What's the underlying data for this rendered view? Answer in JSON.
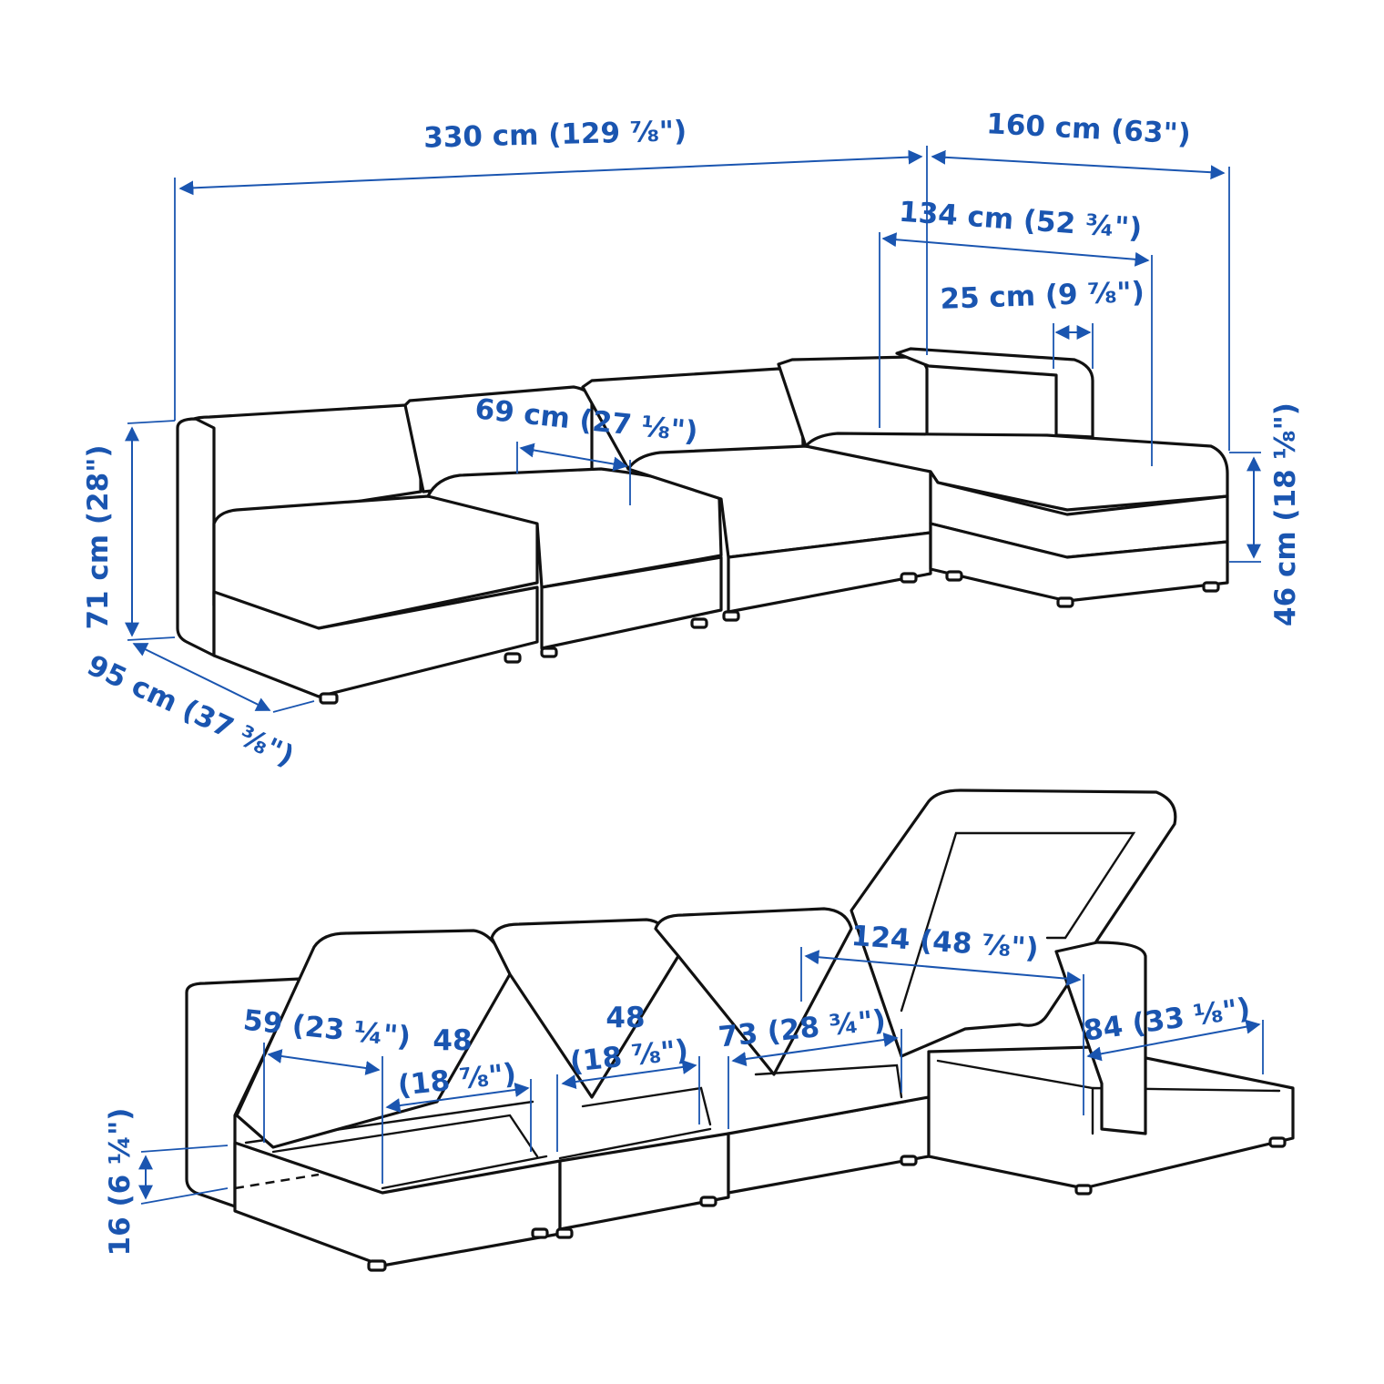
{
  "accent_color": "#1a55b0",
  "top_view": {
    "overall_width": "330 cm (129 ⅞\")",
    "chaise_width": "160 cm (63\")",
    "chaise_seat_width": "134 cm (52 ¾\")",
    "armrest_width": "25 cm (9 ⅞\")",
    "seat_depth": "69 cm (27 ⅛\")",
    "height": "71 cm (28\")",
    "seat_height": "46 cm (18 ⅛\")",
    "depth": "95 cm (37 ⅜\")"
  },
  "storage_view": {
    "storage_depth_1": "59 (23 ¼\")",
    "storage_width_1_value": "48",
    "storage_width_1_imperial": "(18 ⅞\")",
    "storage_width_2_value": "48",
    "storage_width_2_imperial": "(18 ⅞\")",
    "storage_width_3": "73 (28 ¾\")",
    "chaise_storage_length": "124 (48 ⅞\")",
    "chaise_storage_width": "84 (33 ⅛\")",
    "storage_height": "16 (6 ¼\")"
  }
}
